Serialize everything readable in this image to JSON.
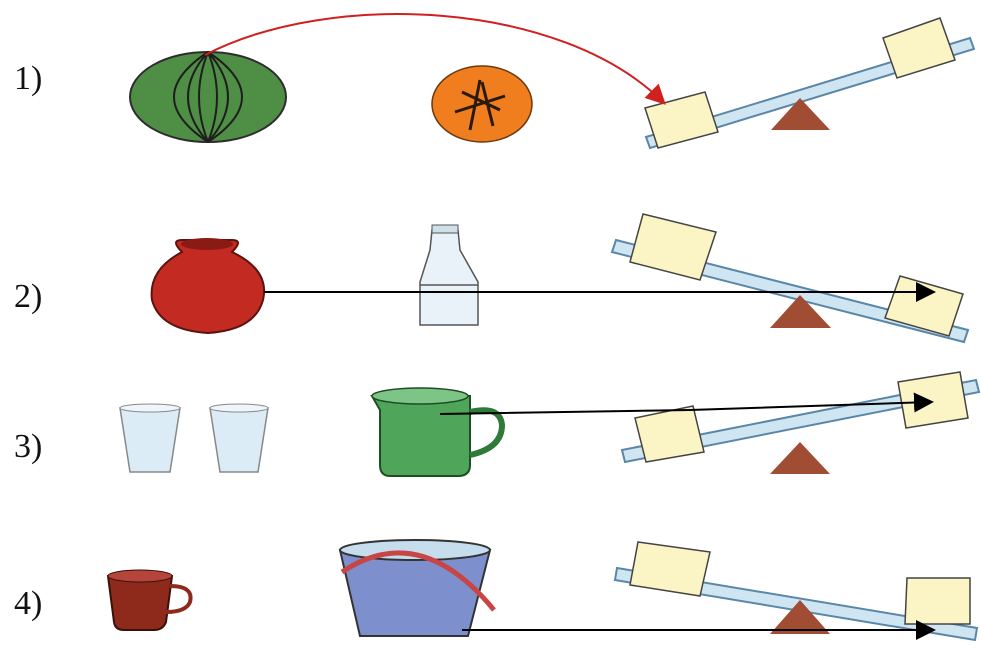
{
  "rows": [
    {
      "label": "1)"
    },
    {
      "label": "2)"
    },
    {
      "label": "3)"
    },
    {
      "label": "4)"
    }
  ],
  "colors": {
    "beam": "#cfe6f2",
    "beam_stroke": "#5a87a8",
    "pan": "#fbf4c4",
    "fulcrum": "#a14d33",
    "red_arrow": "#d02020",
    "black_arrow": "#000000"
  }
}
